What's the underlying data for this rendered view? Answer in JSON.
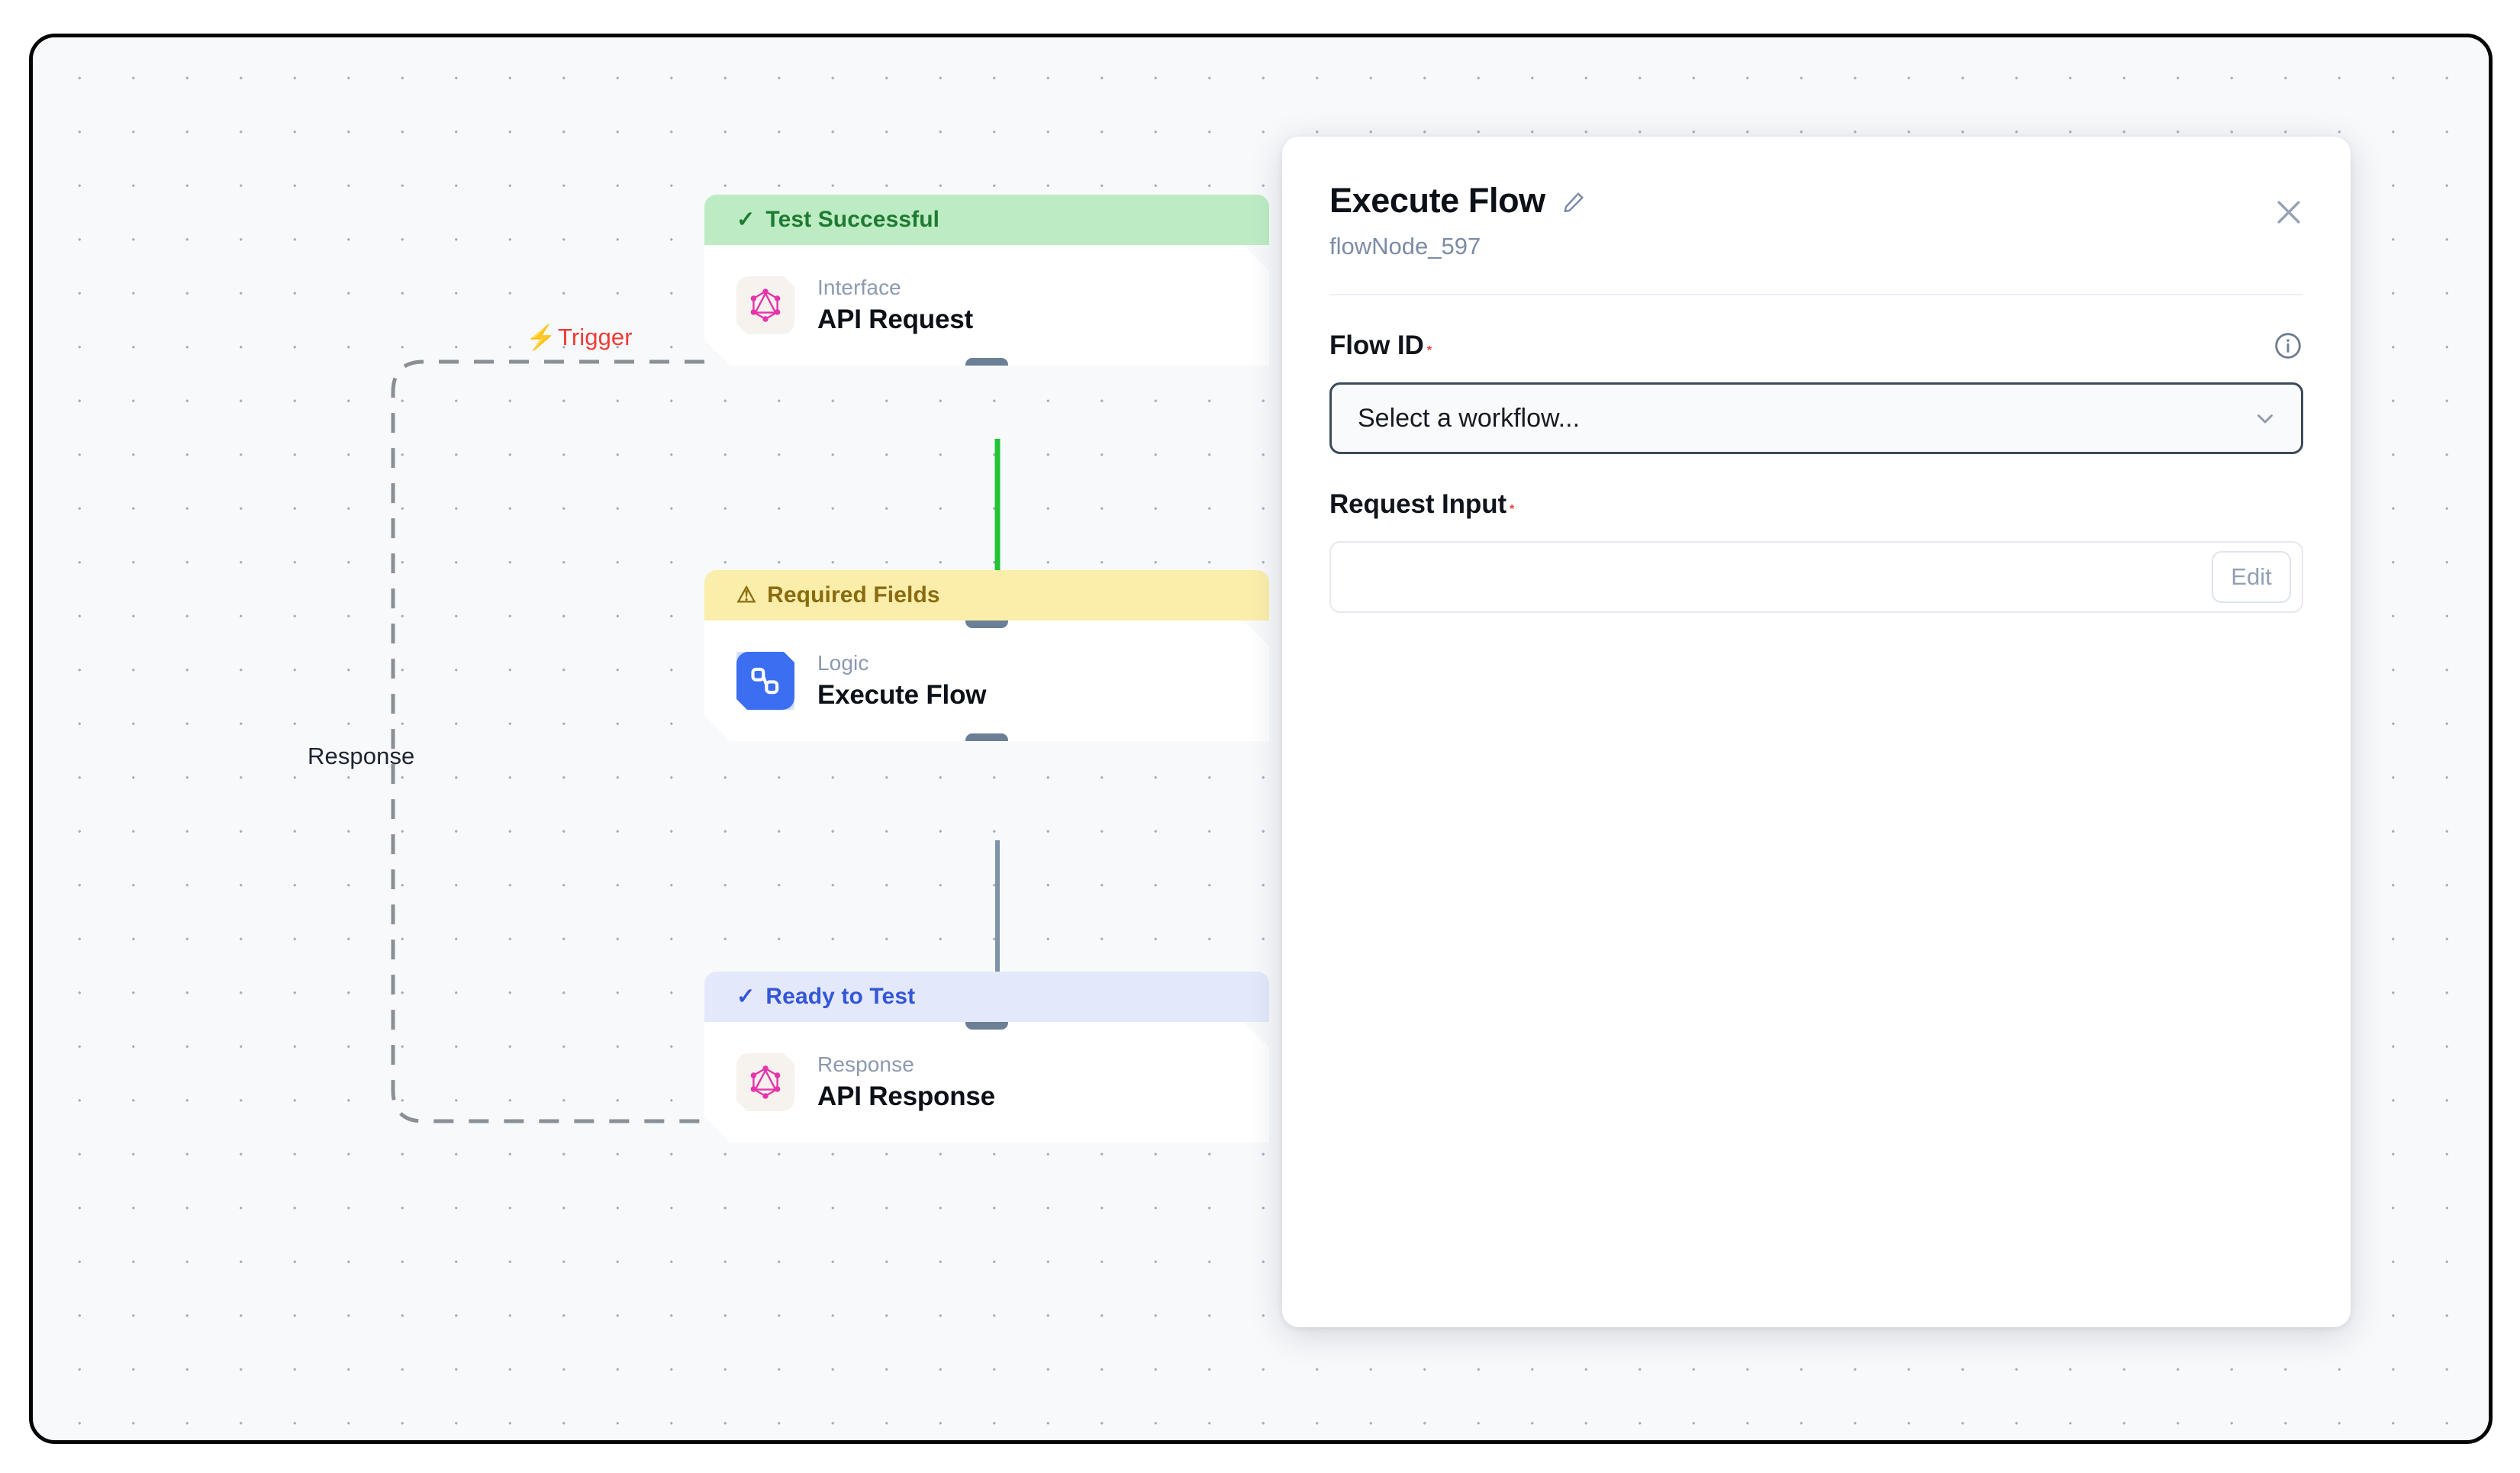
{
  "canvas": {
    "edge_labels": {
      "trigger": "Trigger",
      "trigger_icon": "lightning-bolt-icon",
      "response": "Response"
    },
    "nodes": [
      {
        "id": "api-request",
        "status_text": "Test Successful",
        "status_icon": "check-icon",
        "status_variant": "success",
        "kind": "Interface",
        "title": "API Request",
        "icon": "graphql-icon",
        "selected": false
      },
      {
        "id": "execute-flow",
        "status_text": "Required Fields",
        "status_icon": "warning-triangle-icon",
        "status_variant": "warning",
        "kind": "Logic",
        "title": "Execute Flow",
        "icon": "workflow-nodes-icon",
        "selected": true
      },
      {
        "id": "api-response",
        "status_text": "Ready to Test",
        "status_icon": "check-icon",
        "status_variant": "ready",
        "kind": "Response",
        "title": "API Response",
        "icon": "graphql-icon",
        "selected": false
      }
    ]
  },
  "panel": {
    "title": "Execute Flow",
    "edit_icon": "pencil-icon",
    "subtitle": "flowNode_597",
    "close_icon": "close-x-icon",
    "fields": [
      {
        "label": "Flow ID",
        "required_marker": "*",
        "info_icon": "info-circle-icon",
        "control": "select",
        "value": "Select a workflow...",
        "chevron_icon": "chevron-down-icon"
      },
      {
        "label": "Request Input",
        "required_marker": "*",
        "control": "input",
        "value": "",
        "placeholder": "",
        "button_label": "Edit"
      }
    ]
  },
  "colors": {
    "success_bg": "#bdecc4",
    "success_fg": "#1f7a32",
    "warning_bg": "#fbeeab",
    "warning_fg": "#8a6c10",
    "ready_bg": "#e3e9fb",
    "ready_fg": "#3456d8",
    "trigger_red": "#ef3b35",
    "selected_border": "#637a94",
    "logic_icon_bg": "#3b6ef0",
    "graphql_pink": "#e535ab",
    "edge_green": "#22c434",
    "edge_gray": "#7f93a8"
  }
}
